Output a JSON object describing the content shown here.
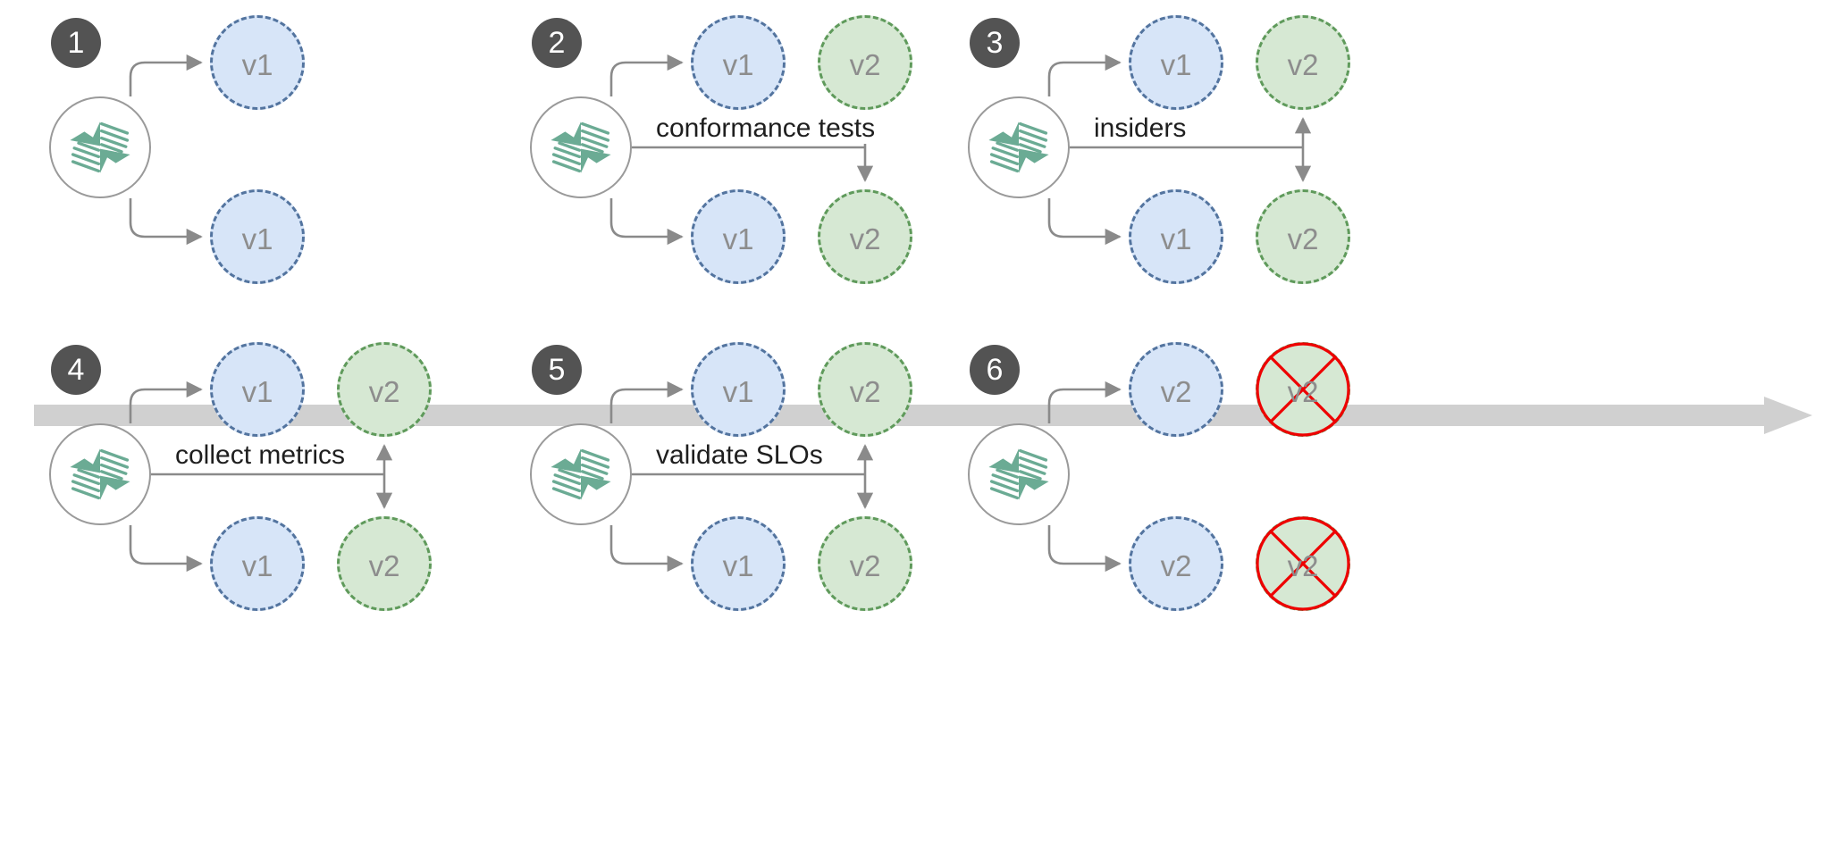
{
  "diagram": {
    "title": "Flagger progressive delivery / canary release timeline",
    "colors": {
      "badge_bg": "#535353",
      "badge_text": "#ffffff",
      "v1_fill": "#d7e5f8",
      "v1_stroke": "#53749f",
      "v2_fill": "#d6e8d3",
      "v2_stroke": "#5f9a5b",
      "source_stroke": "#9a9a9a",
      "logo_green": "#6bab94",
      "connector": "#8a8a8a",
      "timeline": "#d0d0d0",
      "strike_red": "#ee0000",
      "node_text": "#8d8d8d",
      "edge_label_text": "#1e1e1e"
    },
    "timeline": {
      "name": "time-axis",
      "direction": "left-to-right"
    },
    "steps": [
      {
        "number": "1",
        "edge_label": "",
        "source_icon": "flagger-logo-icon",
        "primary": [
          {
            "text": "v1",
            "kind": "v1",
            "removed": false
          },
          {
            "text": "v1",
            "kind": "v1",
            "removed": false
          }
        ],
        "canary": [],
        "has_canary_arrow": false
      },
      {
        "number": "2",
        "edge_label": "conformance tests",
        "source_icon": "flagger-logo-icon",
        "primary": [
          {
            "text": "v1",
            "kind": "v1",
            "removed": false
          },
          {
            "text": "v1",
            "kind": "v1",
            "removed": false
          }
        ],
        "canary": [
          {
            "text": "v2",
            "kind": "v2",
            "removed": false
          },
          {
            "text": "v2",
            "kind": "v2",
            "removed": false
          }
        ],
        "has_canary_arrow": true
      },
      {
        "number": "3",
        "edge_label": "insiders",
        "source_icon": "flagger-logo-icon",
        "primary": [
          {
            "text": "v1",
            "kind": "v1",
            "removed": false
          },
          {
            "text": "v1",
            "kind": "v1",
            "removed": false
          }
        ],
        "canary": [
          {
            "text": "v2",
            "kind": "v2",
            "removed": false
          },
          {
            "text": "v2",
            "kind": "v2",
            "removed": false
          }
        ],
        "has_canary_arrow": true
      },
      {
        "number": "4",
        "edge_label": "collect metrics",
        "source_icon": "flagger-logo-icon",
        "primary": [
          {
            "text": "v1",
            "kind": "v1",
            "removed": false
          },
          {
            "text": "v1",
            "kind": "v1",
            "removed": false
          }
        ],
        "canary": [
          {
            "text": "v2",
            "kind": "v2",
            "removed": false
          },
          {
            "text": "v2",
            "kind": "v2",
            "removed": false
          }
        ],
        "has_canary_arrow": true
      },
      {
        "number": "5",
        "edge_label": "validate SLOs",
        "source_icon": "flagger-logo-icon",
        "primary": [
          {
            "text": "v1",
            "kind": "v1",
            "removed": false
          },
          {
            "text": "v1",
            "kind": "v1",
            "removed": false
          }
        ],
        "canary": [
          {
            "text": "v2",
            "kind": "v2",
            "removed": false
          },
          {
            "text": "v2",
            "kind": "v2",
            "removed": false
          }
        ],
        "has_canary_arrow": true
      },
      {
        "number": "6",
        "edge_label": "",
        "source_icon": "flagger-logo-icon",
        "primary": [
          {
            "text": "v2",
            "kind": "v1",
            "removed": false
          },
          {
            "text": "v2",
            "kind": "v1",
            "removed": false
          }
        ],
        "canary": [
          {
            "text": "v2",
            "kind": "v2",
            "removed": true
          },
          {
            "text": "v2",
            "kind": "v2",
            "removed": true
          }
        ],
        "has_canary_arrow": false
      }
    ]
  }
}
